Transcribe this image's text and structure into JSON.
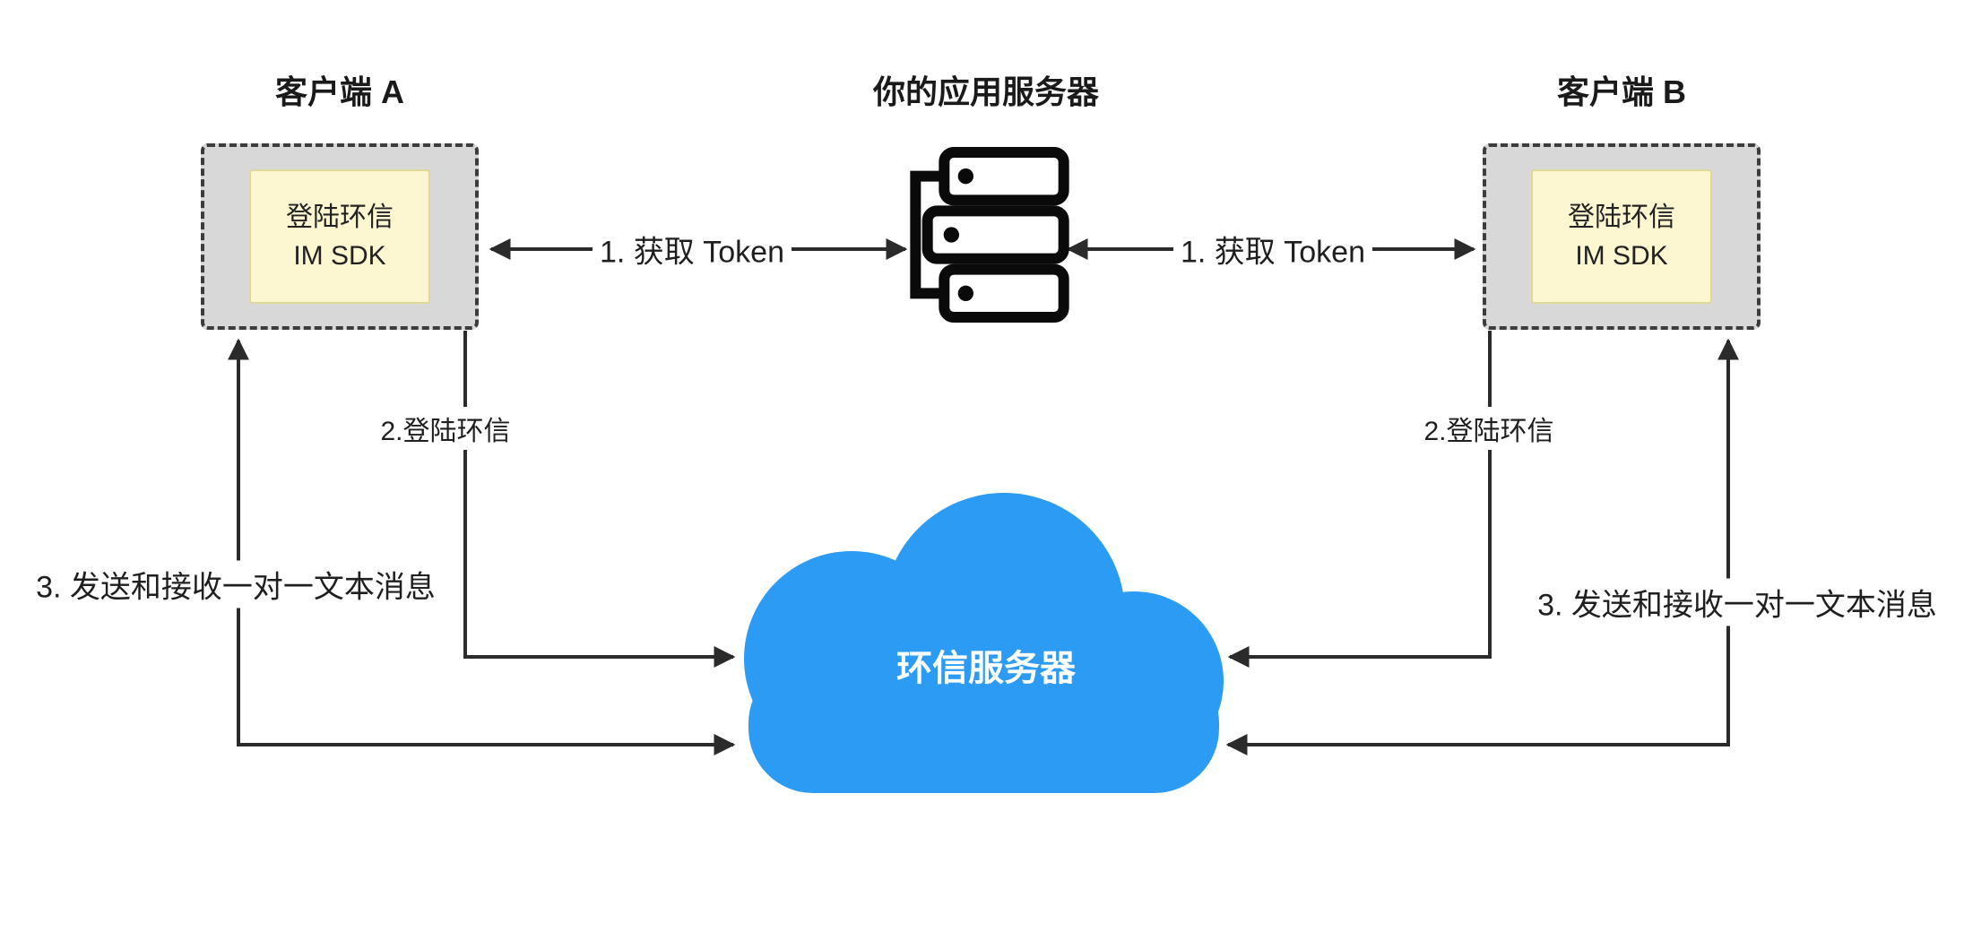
{
  "diagram": {
    "client_a": {
      "title": "客户端 A",
      "sdk_line1": "登陆环信",
      "sdk_line2": "IM SDK"
    },
    "client_b": {
      "title": "客户端 B",
      "sdk_line1": "登陆环信",
      "sdk_line2": "IM SDK"
    },
    "app_server": {
      "title": "你的应用服务器"
    },
    "cloud": {
      "label": "环信服务器",
      "color": "#2b9bf3"
    },
    "steps": {
      "token_left": "1. 获取 Token",
      "token_right": "1. 获取 Token",
      "login_left": "2.登陆环信",
      "login_right": "2.登陆环信",
      "message_left": "3. 发送和接收一对一文本消息",
      "message_right": "3. 发送和接收一对一文本消息"
    },
    "line_color": "#2b2b2b"
  }
}
